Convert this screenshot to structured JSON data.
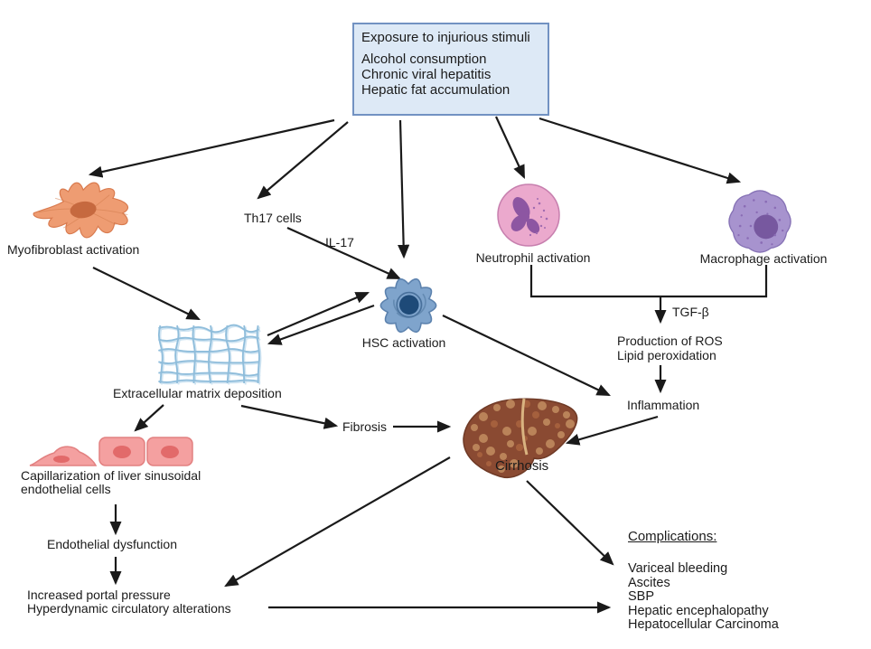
{
  "figure": {
    "stimuli_box": {
      "title": "Exposure to injurious stimuli",
      "items": [
        "Alcohol consumption",
        "Chronic viral hepatitis",
        "Hepatic fat accumulation"
      ]
    },
    "labels": {
      "myofibroblast": "Myofibroblast activation",
      "th17": "Th17 cells",
      "il17": "IL-17",
      "hsc": "HSC activation",
      "neutrophil": "Neutrophil activation",
      "macrophage": "Macrophage activation",
      "tgfb": "TGF-β",
      "ros_line1": "Production of ROS",
      "ros_line2": "Lipid peroxidation",
      "inflammation": "Inflammation",
      "ecm": "Extracellular matrix deposition",
      "fibrosis": "Fibrosis",
      "cirrhosis": "Cirrhosis",
      "capillarization_line1": "Capillarization of liver sinusoidal",
      "capillarization_line2": "endothelial cells",
      "endothelial": "Endothelial dysfunction",
      "portal_line1": "Increased portal pressure",
      "portal_line2": "Hyperdynamic circulatory alterations",
      "complications_title": "Complications:",
      "complications": [
        "Variceal bleeding",
        "Ascites",
        "SBP",
        "Hepatic encephalopathy",
        "Hepatocellular Carcinoma"
      ]
    },
    "colors": {
      "box_fill": "#dde9f6",
      "box_border": "#7292c2",
      "arrow": "#1a1a1a",
      "myofibroblast_body": "#ee9c72",
      "myofibroblast_nucleus": "#c6693f",
      "neutrophil_body": "#eba9cd",
      "neutrophil_nucleus": "#8d56a2",
      "macrophage_body": "#a793ce",
      "macrophage_nucleus": "#77589f",
      "hsc_body": "#7fa4cc",
      "hsc_nucleus": "#1e4a78",
      "ecm_mesh": "#8fbddb",
      "endothelial_cell": "#f4a0a0",
      "endothelial_nucleus": "#e26a6a",
      "liver_base": "#8a4a32",
      "liver_nodule": "#c08a5e"
    }
  }
}
